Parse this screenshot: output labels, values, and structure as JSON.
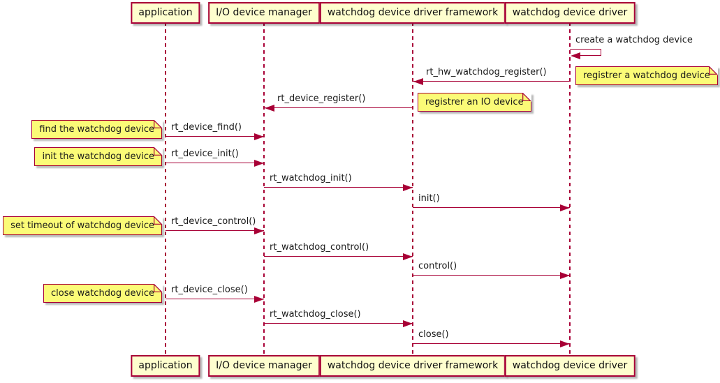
{
  "diagram_type": "uml-sequence",
  "colors": {
    "accent": "#A80036",
    "participant_fill": "#FEFECE",
    "note_fill": "#FBFB77",
    "background": "#FFFFFF",
    "text": "#000000"
  },
  "participants": [
    {
      "name": "application"
    },
    {
      "name": "I/O device manager"
    },
    {
      "name": "watchdog device driver framework"
    },
    {
      "name": "watchdog device driver"
    }
  ],
  "messages": [
    {
      "label": "create a watchdog device",
      "from": "watchdog device driver",
      "to": "watchdog device driver",
      "kind": "self"
    },
    {
      "label": "rt_hw_watchdog_register()",
      "from": "watchdog device driver",
      "to": "watchdog device driver framework",
      "kind": "left"
    },
    {
      "label": "rt_device_register()",
      "from": "watchdog device driver framework",
      "to": "I/O device manager",
      "kind": "left"
    },
    {
      "label": "rt_device_find()",
      "from": "application",
      "to": "I/O device manager",
      "kind": "right"
    },
    {
      "label": "rt_device_init()",
      "from": "application",
      "to": "I/O device manager",
      "kind": "right"
    },
    {
      "label": "rt_watchdog_init()",
      "from": "I/O device manager",
      "to": "watchdog device driver framework",
      "kind": "right"
    },
    {
      "label": "init()",
      "from": "watchdog device driver framework",
      "to": "watchdog device driver",
      "kind": "right"
    },
    {
      "label": "rt_device_control()",
      "from": "application",
      "to": "I/O device manager",
      "kind": "right"
    },
    {
      "label": "rt_watchdog_control()",
      "from": "I/O device manager",
      "to": "watchdog device driver framework",
      "kind": "right"
    },
    {
      "label": "control()",
      "from": "watchdog device driver framework",
      "to": "watchdog device driver",
      "kind": "right"
    },
    {
      "label": "rt_device_close()",
      "from": "application",
      "to": "I/O device manager",
      "kind": "right"
    },
    {
      "label": "rt_watchdog_close()",
      "from": "I/O device manager",
      "to": "watchdog device driver framework",
      "kind": "right"
    },
    {
      "label": "close()",
      "from": "watchdog device driver framework",
      "to": "watchdog device driver",
      "kind": "right"
    }
  ],
  "notes": [
    {
      "text": "registrer a watchdog device",
      "side": "right of watchdog device driver"
    },
    {
      "text": "registrer an IO device",
      "side": "right of watchdog device driver framework"
    },
    {
      "text": "find the watchdog device",
      "side": "left of application"
    },
    {
      "text": "init the watchdog device",
      "side": "left of application"
    },
    {
      "text": "set timeout of watchdog device",
      "side": "left of application"
    },
    {
      "text": "close watchdog device",
      "side": "left of application"
    }
  ]
}
